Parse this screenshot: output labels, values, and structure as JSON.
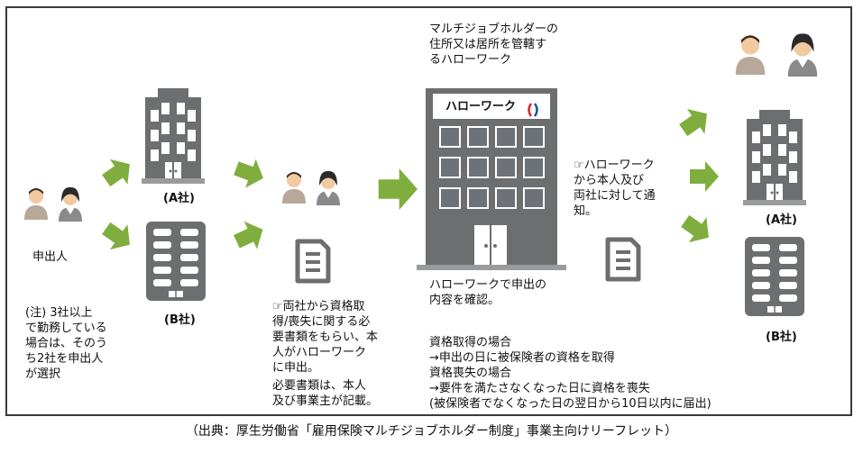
{
  "applicant": {
    "label": "申出人"
  },
  "note": "(注) 3社以上\nで勤務している\n場合は、そのう\nち2社を申出人\nが選択",
  "company_a_label": "(A社)",
  "company_b_label": "(B社)",
  "right_a_label": "(A社)",
  "right_b_label": "(B社)",
  "submit_text": "☞両社から資格取\n得/喪失に関する必\n要書類をもらい、本\n人がハローワーク\nに申出。",
  "submit_note": "必要書類は、本人\n及び事業主が記載。",
  "hellowork": {
    "header": "マルチジョブホルダーの\n住所又は居所を管轄す\nるハローワーク",
    "sign": "ハローワーク",
    "confirm": "ハローワークで申出の\n内容を確認。"
  },
  "notify_text": "☞ハローワーク\nから本人及び\n両社に対して通\n知。",
  "cases": "資格取得の場合\n→申出の日に被保険者の資格を取得\n資格喪失の場合\n→要件を満たさなくなった日に資格を喪失\n(被保険者でなくなった日の翌日から10日以内に届出)",
  "caption": "（出典：厚生労働省「雇用保険マルチジョブホルダー制度」事業主向けリーフレット）",
  "colors": {
    "arrow": "#7fae3e",
    "building": "#6d6e70",
    "window": "#5d6368"
  }
}
